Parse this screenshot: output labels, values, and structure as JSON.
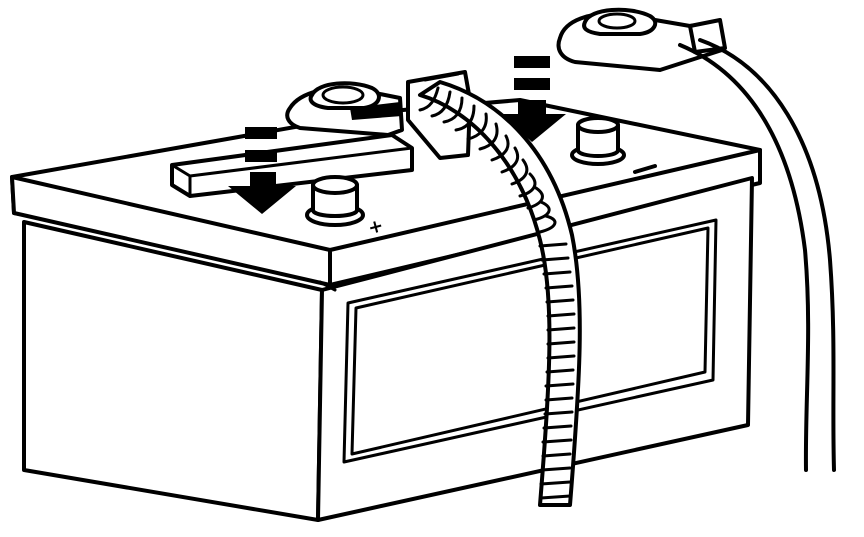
{
  "illustration": {
    "subject": "car battery with terminal cable clamps",
    "colors": {
      "line": "#000000",
      "background": "#ffffff"
    },
    "parts": {
      "battery_case": "battery-case",
      "negative_terminal": "negative-terminal-post",
      "positive_terminal": "positive-terminal-post",
      "negative_clamp": "negative-cable-clamp",
      "positive_clamp": "positive-cable-clamp",
      "corrugated_cable": "corrugated-cable",
      "smooth_cable": "smooth-cable",
      "arrows": [
        "down-arrow-left",
        "down-arrow-right"
      ],
      "polarity_marks": [
        "+",
        "-"
      ]
    }
  }
}
